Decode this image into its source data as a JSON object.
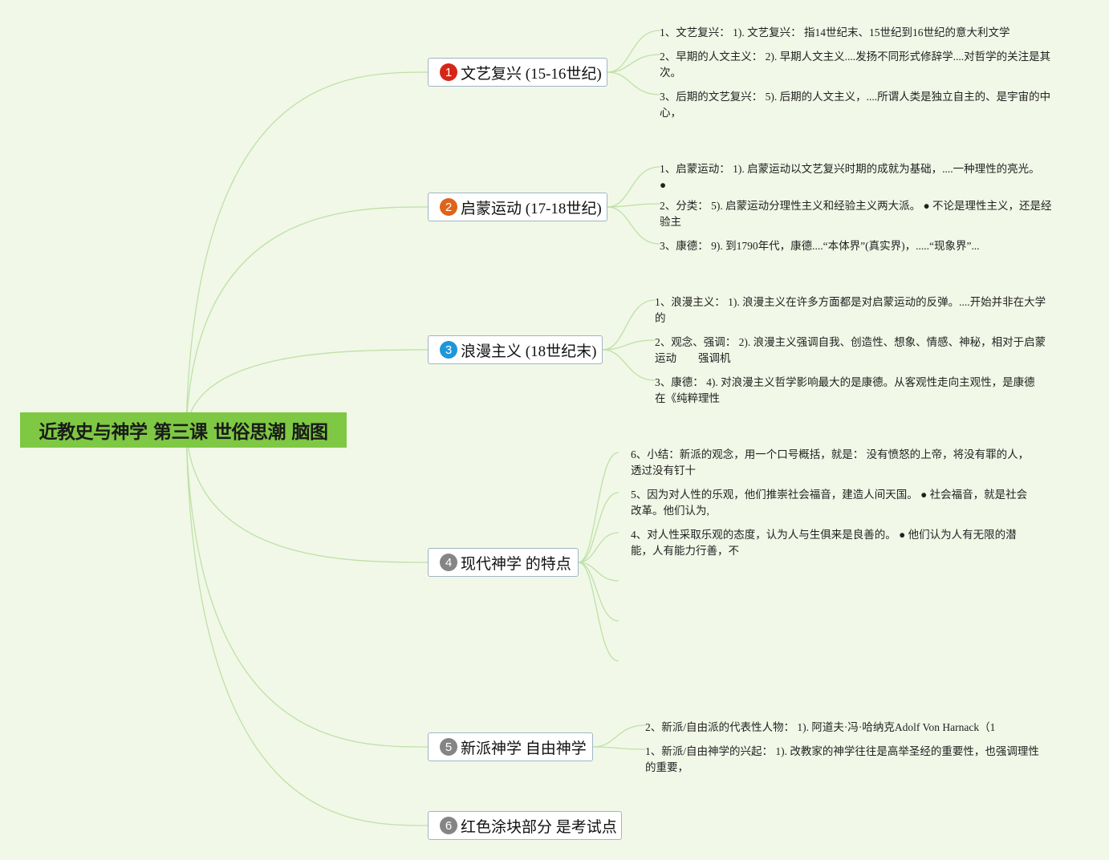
{
  "root": {
    "title": "近教史与神学 第三课 世俗思潮 脑图"
  },
  "colors": {
    "background": "#f1f8e7",
    "root_fill": "#7ec843",
    "connector": "#bfe0a8",
    "node_border": "#9fb5c6"
  },
  "branches": [
    {
      "badge": "1",
      "badge_color": "#d62618",
      "label": "文艺复兴 (15-16世纪)",
      "leaves": [
        "1、文艺复兴： 1). 文艺复兴： 指14世纪末、15世纪到16世纪的意大利文学",
        "2、早期的人文主义： 2). 早期人文主义....发扬不同形式修辞学....对哲学的关注是其次。",
        "3、后期的文艺复兴： 5). 后期的人文主义，....所谓人类是独立自主的、是宇宙的中心，"
      ]
    },
    {
      "badge": "2",
      "badge_color": "#e0631a",
      "label": "启蒙运动 (17-18世纪)",
      "leaves": [
        "1、启蒙运动： 1). 启蒙运动以文艺复兴时期的成就为基础，....一种理性的亮光。",
        "2、分类： 5). 启蒙运动分理性主义和经验主义两大派。 ● 不论是理性主义，还是经验主",
        "3、康德： 9). 到1790年代，康德....“本体界”(真实界)，.....“现象界”..."
      ],
      "bullet": "●"
    },
    {
      "badge": "3",
      "badge_color": "#1e96d9",
      "label": "浪漫主义 (18世纪末)",
      "leaves": [
        "1、浪漫主义： 1). 浪漫主义在许多方面都是对启蒙运动的反弹。....开始并非在大学的",
        "2、观念、强调： 2). 浪漫主义强调自我、创造性、想象、情感、神秘，相对于启蒙运动　　强调机",
        "3、康德： 4). 对浪漫主义哲学影响最大的是康德。从客观性走向主观性，是康德　　在《纯粹理性"
      ]
    },
    {
      "badge": "4",
      "badge_color": "#858585",
      "label": "现代神学 的特点",
      "leaves": [
        "6、小结：新派的观念，用一个口号概括，就是： 没有愤怒的上帝，将没有罪的人，透过没有钉十",
        "5、因为对人性的乐观，他们推崇社会福音，建造人间天国。 ● 社会福音，就是社会改革。他们认为,",
        "4、对人性采取乐观的态度，认为人与生俱来是良善的。 ● 他们认为人有无限的潜能，人有能力行善，不"
      ]
    },
    {
      "badge": "5",
      "badge_color": "#858585",
      "label": "新派神学 自由神学",
      "leaves": [
        "2、新派/自由派的代表性人物： 1). 阿道夫·冯·哈纳克Adolf Von Harnack（1",
        "1、新派/自由神学的兴起： 1). 改教家的神学往往是高举圣经的重要性，也强调理性的重要，"
      ]
    },
    {
      "badge": "6",
      "badge_color": "#858585",
      "label": "红色涂块部分 是考试点",
      "leaves": []
    }
  ]
}
